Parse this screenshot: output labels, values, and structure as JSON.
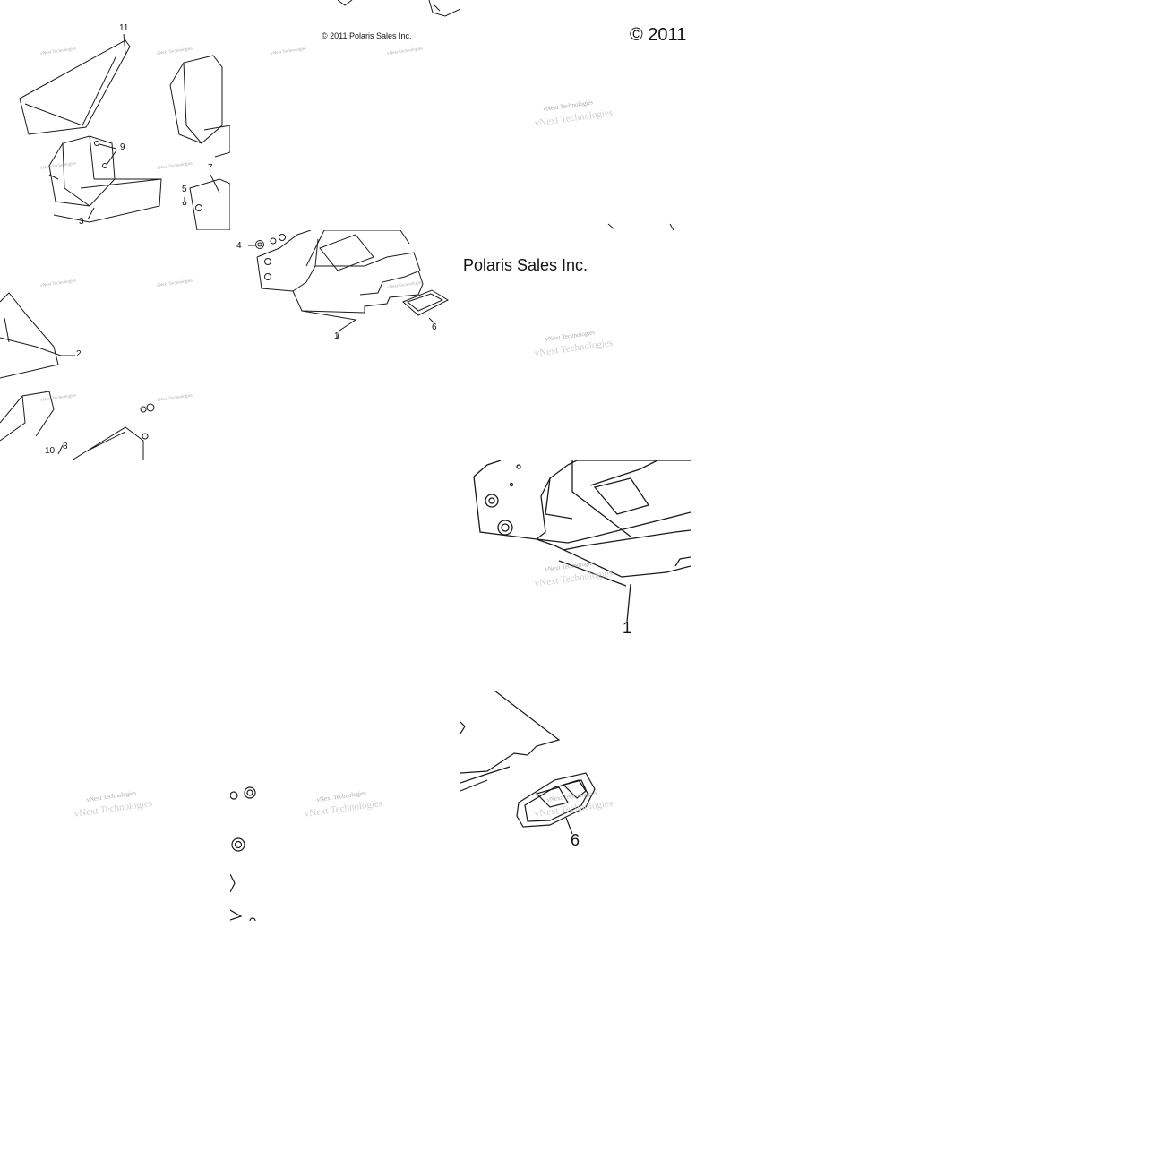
{
  "copyright": {
    "small": "© 2011 Polaris Sales Inc.",
    "large_year": "© 2011",
    "large_company": "Polaris Sales Inc."
  },
  "watermark": "vNext Technologies",
  "callouts": {
    "c1": "1",
    "c2": "2",
    "c3": "3",
    "c4": "4",
    "c5": "5",
    "c6": "6",
    "c7": "7",
    "c8": "8",
    "c9": "9",
    "c10": "10",
    "c11": "11"
  },
  "colors": {
    "line": "#1a1a1a",
    "watermark": "#8a8a8a",
    "background": "#ffffff"
  }
}
